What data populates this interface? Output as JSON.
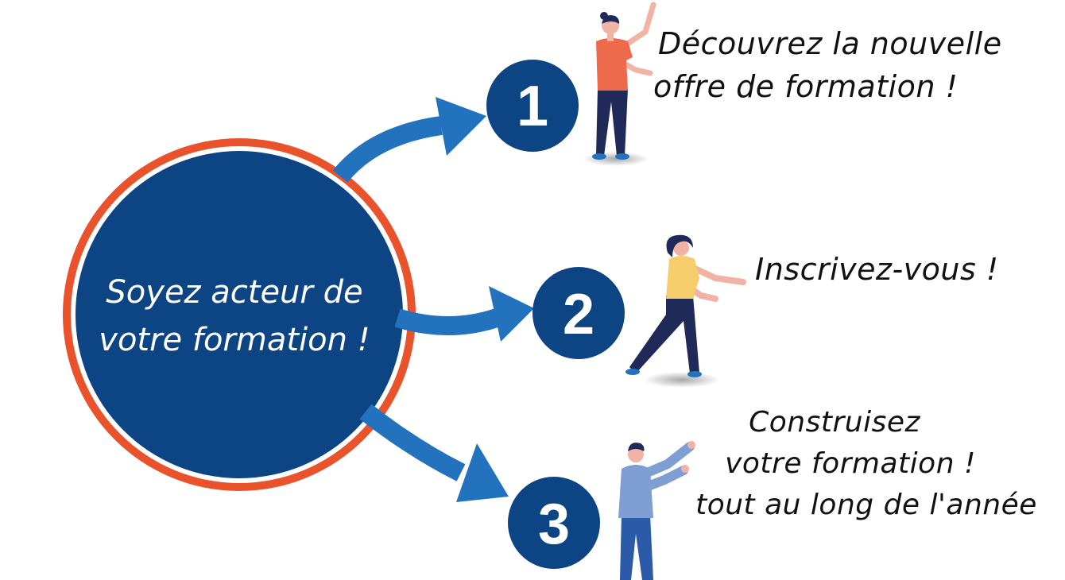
{
  "center": {
    "line1": "Soyez acteur de",
    "line2": "votre formation !"
  },
  "steps": [
    {
      "number": "1",
      "lines": [
        "Découvrez la nouvelle",
        "offre de formation !"
      ]
    },
    {
      "number": "2",
      "lines": [
        "Inscrivez-vous !"
      ]
    },
    {
      "number": "3",
      "lines": [
        "Construisez",
        "votre formation !",
        "tout au long de l'année"
      ]
    }
  ],
  "colors": {
    "navy": "#0d4484",
    "ring": "#e9522a",
    "arrow": "#2272be",
    "text": "#111111",
    "figure_orange": "#ee6a4c",
    "figure_yellow": "#f6cd6b",
    "figure_blue": "#7f9fd4",
    "skin": "#f2b3a4",
    "pants": "#1f2a58"
  },
  "icons": [
    "person-pointing-icon",
    "person-pushing-icon",
    "person-gesturing-icon"
  ]
}
